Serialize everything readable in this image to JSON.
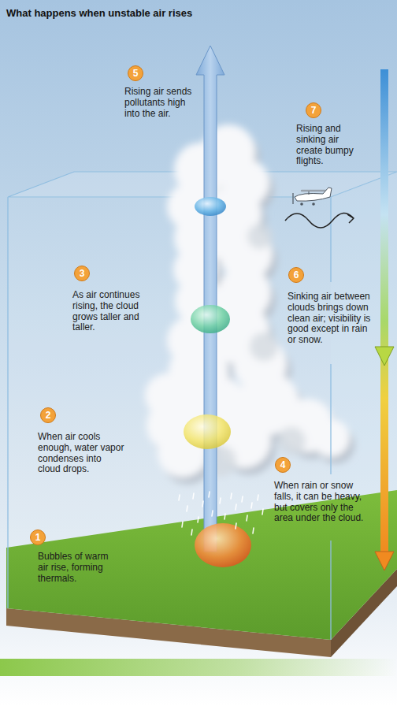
{
  "diagram": {
    "title": "What happens when unstable air rises",
    "nodes": [
      {
        "text": [
          "1"
        ]
      },
      {
        "text": [
          "2"
        ]
      },
      {
        "text": [
          "3"
        ]
      },
      {
        "text": [
          "4"
        ]
      },
      {
        "text": [
          "5"
        ]
      },
      {
        "text": [
          "6"
        ]
      },
      {
        "text": [
          "7"
        ]
      }
    ],
    "labels": [
      "Bubbles of warm air rise, forming thermals.",
      "When air cools enough, water vapor condenses into cloud drops.",
      "As air continues rising, the cloud grows taller and taller.",
      "When rain or snow falls, it can be heavy, but covers only the area under the cloud.",
      "Rising air sends pollutants high into the air.",
      "Sinking air between clouds brings down clean air; visibility is good except in rain or snow.",
      "Rising and sinking air create bumpy flights."
    ]
  }
}
